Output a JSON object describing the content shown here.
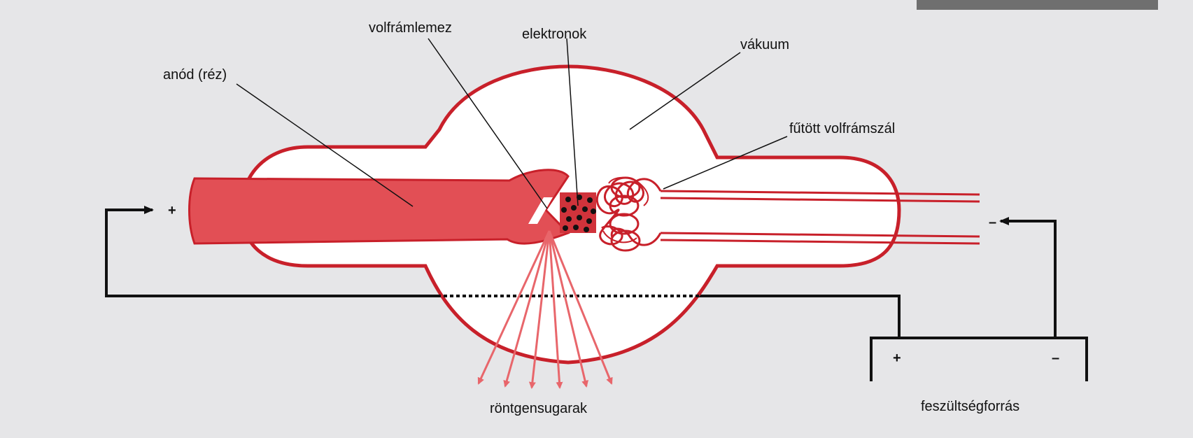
{
  "labels": {
    "anode": "anód (réz)",
    "tungsten_plate": "volfrámlemez",
    "electrons": "elektronok",
    "vacuum": "vákuum",
    "heated_filament": "fűtött volfrámszál",
    "xrays": "röntgensugarak",
    "power_source": "feszültségforrás"
  },
  "signs": {
    "anode_plus": "+",
    "cathode_minus": "–",
    "source_plus": "+",
    "source_minus": "–"
  },
  "colors": {
    "tube_outline": "#c8202a",
    "anode_fill": "#e24f55",
    "xray_color": "#e8666b",
    "background": "#e6e6e8",
    "wire": "#111111"
  }
}
